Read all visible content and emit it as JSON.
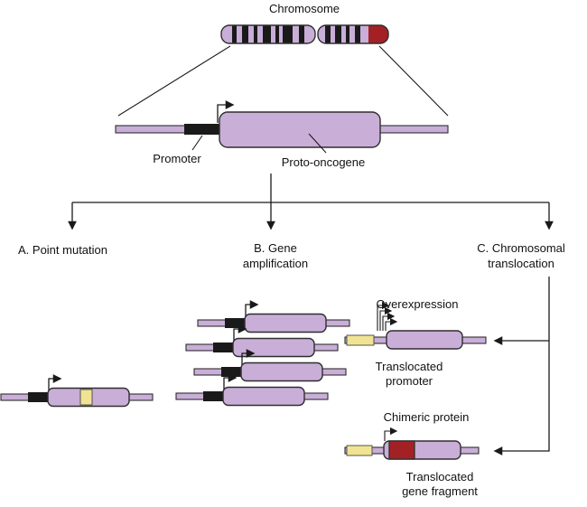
{
  "title": "Mechanisms of proto-oncogene activation",
  "colors": {
    "purple": "#c9aed8",
    "outline": "#2f2f2f",
    "black_segment": "#1a1a1a",
    "yellow": "#f0e494",
    "red": "#a32125",
    "line": "#1a1a1a"
  },
  "labels": {
    "chromosome": "Chromosome",
    "promoter": "Promoter",
    "proto_oncogene": "Proto-oncogene",
    "branch_a": "A. Point mutation",
    "branch_b_line1": "B. Gene",
    "branch_b_line2": "amplification",
    "branch_c_line1": "C. Chromosomal",
    "branch_c_line2": "translocation",
    "overexpression": "Overexpression",
    "translocated_promoter_line1": "Translocated",
    "translocated_promoter_line2": "promoter",
    "chimeric_protein": "Chimeric protein",
    "translocated_gene_line1": "Translocated",
    "translocated_gene_line2": "gene fragment"
  }
}
